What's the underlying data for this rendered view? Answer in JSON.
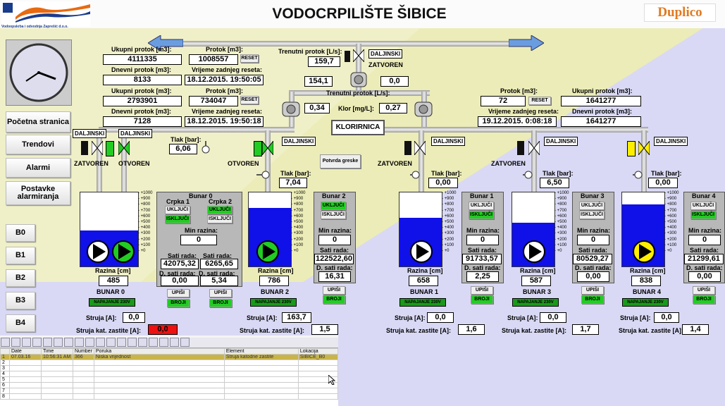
{
  "header": {
    "title": "VODOCRPILIŠTE ŠIBICE",
    "company": "Vodoopskrba i odvodnja Zaprešić d.o.o.",
    "brand": "Duplico"
  },
  "nav": {
    "home": "Početna stranica",
    "trends": "Trendovi",
    "alarms": "Alarmi",
    "alarm_settings": "Postavke alarmiranja",
    "b0": "B0",
    "b1": "B1",
    "b2": "B2",
    "b3": "B3",
    "b4": "B4"
  },
  "labels": {
    "ukupni": "Ukupni protok [m3]:",
    "dnevni": "Dnevni protok [m3]:",
    "protok": "Protok [m3]:",
    "vrijeme": "Vrijeme zadnjeg reseta:",
    "reset": "RESET",
    "trenutni": "Trenutni protok [L/s]:",
    "klor": "Klor [mg/L]:",
    "klorirnica": "KLORIRNICA",
    "daljinski": "DALJINSKI",
    "zatvoren": "ZATVOREN",
    "otvoren": "OTVOREN",
    "tlak": "Tlak [bar]:",
    "razina": "Razina [cm]",
    "ukljuci": "UKLJUČI",
    "iskljuci": "ISKLJUČI",
    "min_razina": "Min razina:",
    "sati_rada": "Sati rada:",
    "d_sati": "D. sati rada:",
    "upisi": "UPIŠI",
    "broji": "BROJI",
    "napajanje": "NAPAJANJE 230V",
    "struja": "Struja [A]:",
    "struja_kat": "Struja kat. zastite [A]:",
    "potvrda": "Potvrda greske",
    "crpka1": "Crpka 1",
    "crpka2": "Crpka 2"
  },
  "scale": [
    "+1000",
    "+900",
    "+800",
    "+700",
    "+600",
    "+500",
    "+400",
    "+300",
    "+200",
    "+100",
    "+0"
  ],
  "top_left": {
    "ukupni1": "4111335",
    "dnevni1": "8133",
    "protok1": "1008557",
    "reset1": "18.12.2015. 19:50:05",
    "ukupni2": "2793901",
    "dnevni2": "7128",
    "protok2": "734047",
    "reset2": "18.12.2015. 19:50:18"
  },
  "center": {
    "trenutni1": "159,7",
    "daljinski_center": "ZATVOREN",
    "v154": "154,1",
    "v00": "0,0",
    "trenutni2": "0,34",
    "klor": "0,27"
  },
  "top_right": {
    "protok": "72",
    "ukupni": "1641277",
    "reset": "19.12.2015. 0:08:18",
    "dnevni": "1641277"
  },
  "bunar0": {
    "name": "BUNAR 0",
    "panel_title": "Bunar 0",
    "tlak": "6,06",
    "razina": "485",
    "min_razina": "0",
    "sati1": "42075,32",
    "sati2": "6265,65",
    "d_sati1": "0,00",
    "d_sati2": "5,34",
    "struja": "0,0",
    "struja_kat": "0,0",
    "level": 0.485
  },
  "bunar2": {
    "name": "BUNAR 2",
    "panel_title": "Bunar 2",
    "tlak": "7,04",
    "razina": "786",
    "min_razina": "0",
    "sati": "122522,60",
    "d_sati": "16,31",
    "struja": "163,7",
    "struja_kat": "1,5",
    "level": 0.786
  },
  "bunar1": {
    "name": "BUNAR 1",
    "panel_title": "Bunar 1",
    "tlak": "0,00",
    "razina": "658",
    "min_razina": "0",
    "sati": "91733,57",
    "d_sati": "2,25",
    "struja": "0,0",
    "struja_kat": "1,6",
    "level": 0.658
  },
  "bunar3": {
    "name": "BUNAR 3",
    "panel_title": "Bunar 3",
    "tlak": "6,50",
    "razina": "587",
    "min_razina": "0",
    "sati": "80529,27",
    "d_sati": "0,00",
    "struja": "0,0",
    "struja_kat": "1,7",
    "level": 0.587
  },
  "bunar4": {
    "name": "BUNAR 4",
    "panel_title": "Bunar 4",
    "tlak": "0,00",
    "razina": "838",
    "min_razina": "0",
    "sati": "21299,61",
    "d_sati": "0,00",
    "struja": "0,0",
    "struja_kat": "1,4",
    "level": 0.838
  },
  "alarm_table": {
    "headers": [
      "Date",
      "Time",
      "Number",
      "Poruka",
      "Element",
      "Lokacija"
    ],
    "rows": [
      [
        "07.03.16",
        "10:56:31 AM",
        "366",
        "Niska vrijednost",
        "Struja katodne zastite",
        "SIBICE_B0"
      ]
    ],
    "row_numbers": [
      "1",
      "2",
      "3",
      "4",
      "5",
      "6",
      "7",
      "8"
    ]
  },
  "colors": {
    "pump_green": "#22cc22",
    "pump_white": "#ffffff",
    "pump_yellow": "#ffee00",
    "alarm_red": "#ee1111",
    "water": "#1010e8"
  }
}
